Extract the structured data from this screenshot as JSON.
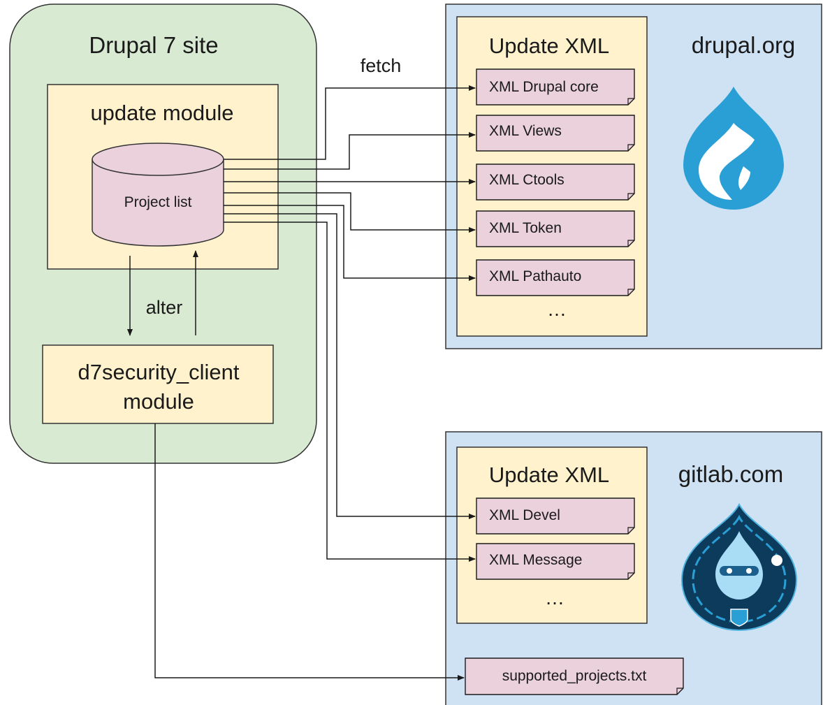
{
  "site": {
    "title": "Drupal 7 site",
    "update_module": "update module",
    "project_list": "Project list",
    "alter_label": "alter",
    "client_module_line1": "d7security_client",
    "client_module_line2": "module"
  },
  "fetch_label": "fetch",
  "drupal_org": {
    "title": "drupal.org",
    "panel_title": "Update XML",
    "docs": [
      "XML Drupal core",
      "XML Views",
      "XML Ctools",
      "XML Token",
      "XML Pathauto"
    ],
    "ellipsis": "…",
    "logo": "drupal-drop-logo"
  },
  "gitlab": {
    "title": "gitlab.com",
    "panel_title": "Update XML",
    "docs": [
      "XML Devel",
      "XML Message"
    ],
    "ellipsis": "…",
    "supported_file": "supported_projects.txt",
    "logo": "d7security-mascot-logo"
  },
  "colors": {
    "site_bg": "#d9ead3",
    "module_bg": "#fff2cc",
    "doc_bg": "#ead1dc",
    "server_bg": "#cfe2f3",
    "drupal_blue": "#2a9fd6",
    "mascot_dark": "#0d3b5c"
  }
}
